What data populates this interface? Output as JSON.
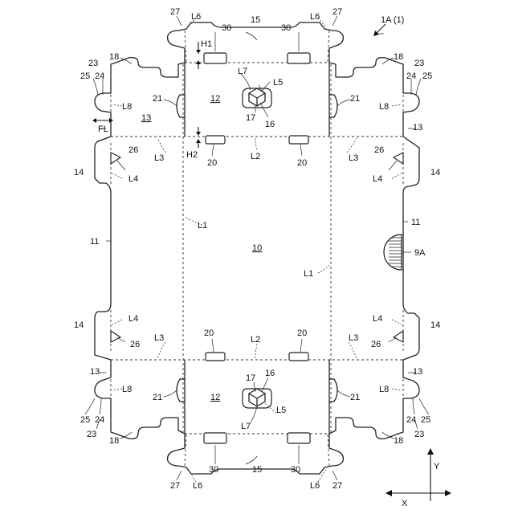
{
  "figure_label": "1A (1)",
  "labels": {
    "n10": "10",
    "n11": "11",
    "n12": "12",
    "n13": "13",
    "n14": "14",
    "n15": "15",
    "n16": "16",
    "n17": "17",
    "n18": "18",
    "n20": "20",
    "n21": "21",
    "n23": "23",
    "n24": "24",
    "n25": "25",
    "n26": "26",
    "n27": "27",
    "n30": "30",
    "n9a": "9A",
    "L1": "L1",
    "L2": "L2",
    "L3": "L3",
    "L4": "L4",
    "L5": "L5",
    "L6": "L6",
    "L7": "L7",
    "L8": "L8",
    "H1": "H1",
    "H2": "H2",
    "FL": "FL"
  },
  "axes": {
    "x": "X",
    "y": "Y"
  }
}
